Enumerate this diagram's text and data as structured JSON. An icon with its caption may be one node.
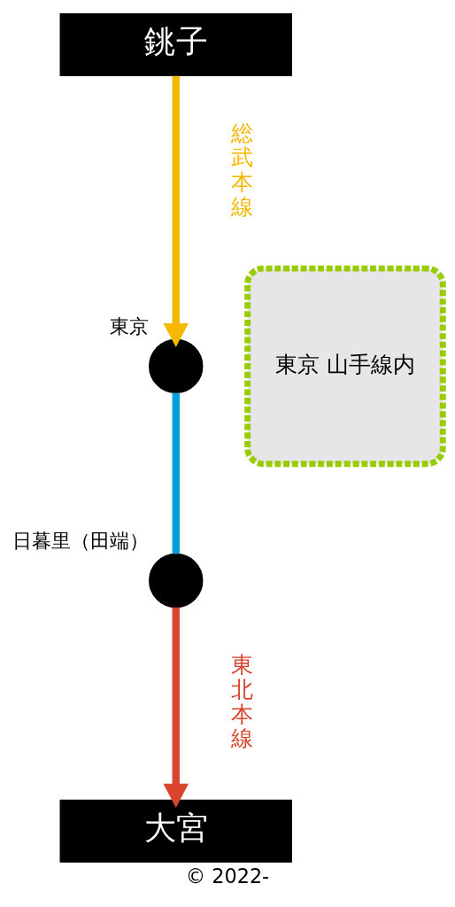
{
  "diagram": {
    "caption": "© 2022-",
    "nodes": [
      {
        "text": [
          "銚子"
        ]
      },
      {
        "text": [],
        "shape": "circle",
        "beside": [
          "東京"
        ]
      },
      {
        "text": [
          "東京 山手線内"
        ]
      },
      {
        "text": [],
        "shape": "circle",
        "beside": [
          "日暮里（田端）"
        ]
      },
      {
        "text": [
          "大宮"
        ]
      }
    ],
    "edges": [
      {
        "from": 0,
        "to": 1,
        "arrow": "to",
        "label": "総武本線",
        "color": "#f5b800"
      },
      {
        "from": 1,
        "to": 3,
        "arrow": "none",
        "color": "#00a0d8"
      },
      {
        "from": 3,
        "to": 4,
        "arrow": "to",
        "label": "東北本線",
        "color": "#d9442f"
      }
    ]
  }
}
